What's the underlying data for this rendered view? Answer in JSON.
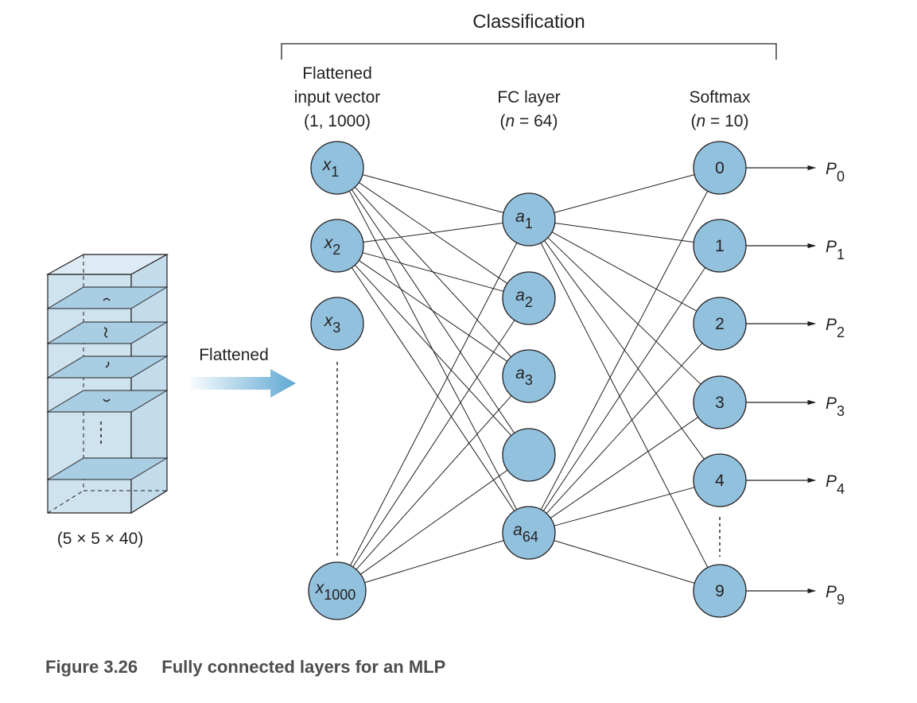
{
  "header": {
    "title": "Classification",
    "flattened_arrow_label": "Flattened"
  },
  "layers": {
    "input": {
      "label_line1": "Flattened",
      "label_line2": "input vector",
      "label_line3": "(1, 1000)",
      "nodes": [
        {
          "var": "x",
          "sub": "1"
        },
        {
          "var": "x",
          "sub": "2"
        },
        {
          "var": "x",
          "sub": "3"
        },
        {
          "var": "x",
          "sub": "1000"
        }
      ]
    },
    "fc": {
      "label_line1": "FC layer",
      "label_n": "n",
      "label_eq": " = 64)",
      "label_open": "(",
      "nodes": [
        {
          "var": "a",
          "sub": "1"
        },
        {
          "var": "a",
          "sub": "2"
        },
        {
          "var": "a",
          "sub": "3"
        },
        {
          "var": "",
          "sub": ""
        },
        {
          "var": "a",
          "sub": "64"
        }
      ]
    },
    "softmax": {
      "label_line1": "Softmax",
      "label_n": "n",
      "label_eq": " = 10)",
      "label_open": "(",
      "nodes": [
        "0",
        "1",
        "2",
        "3",
        "4",
        "9"
      ]
    },
    "outputs": [
      {
        "var": "P",
        "sub": "0"
      },
      {
        "var": "P",
        "sub": "1"
      },
      {
        "var": "P",
        "sub": "2"
      },
      {
        "var": "P",
        "sub": "3"
      },
      {
        "var": "P",
        "sub": "4"
      },
      {
        "var": "P",
        "sub": "9"
      }
    ]
  },
  "volume": {
    "dims_label": "(5 × 5 × 40)"
  },
  "caption": {
    "number": "Figure 3.26",
    "text": "Fully connected layers for an MLP"
  },
  "colors": {
    "neuron_fill": "#92c1de",
    "volume_fill": "#cfe3ef",
    "slice_fill": "#a9cde3",
    "arrow_gradient_end": "#5fa8d3",
    "stroke": "#231f20",
    "caption": "#4d4d4f"
  }
}
